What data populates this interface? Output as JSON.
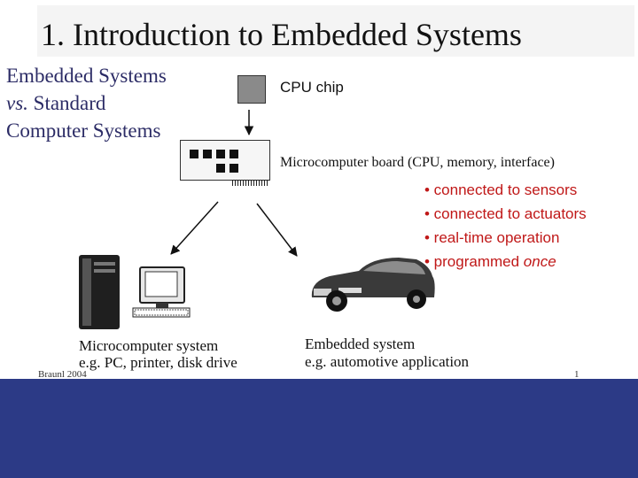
{
  "slide": {
    "title": "1. Introduction to Embedded Systems",
    "heading_line1": "Embedded Systems",
    "heading_vs": "vs.",
    "heading_line2_rest": " Standard",
    "heading_line3": "Computer Systems"
  },
  "diagram": {
    "cpu_label": "CPU chip",
    "board_label": "Microcomputer board (CPU, memory, interface)",
    "bullets": [
      "• connected to sensors",
      "• connected to actuators",
      "• real-time operation",
      "• programmed "
    ],
    "bullet_emphasis": "once",
    "microcomputer_label": "Microcomputer system",
    "microcomputer_sub": "e.g. PC, printer, disk drive",
    "embedded_label": "Embedded system",
    "embedded_sub": "e.g. automotive application"
  },
  "footer": {
    "author": "Braunl 2004",
    "page": "1"
  },
  "colors": {
    "heading": "#2c2c66",
    "bullets": "#c01818",
    "footer_band": "#2c3a86"
  }
}
